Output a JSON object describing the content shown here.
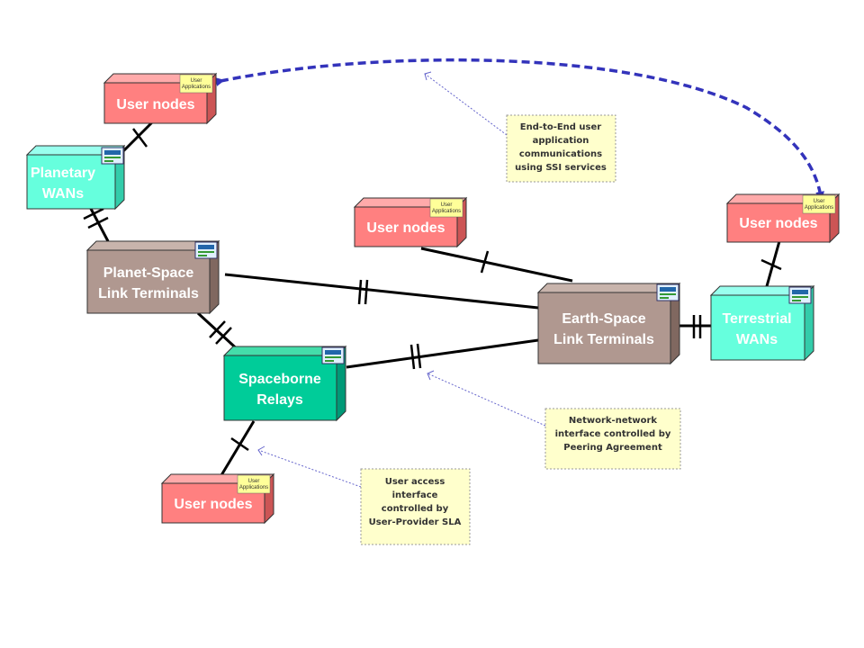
{
  "colors": {
    "user_node": "#FF8080",
    "wan": "#66FFDD",
    "terminal": "#B09890",
    "relay": "#00CC99",
    "note_bg": "#FFFFCC",
    "tag_bg": "#FFFF99",
    "dashed_arrow": "#3333BB",
    "dotted_arrow": "#6666CC"
  },
  "nodes": {
    "user_nodes_top_left": {
      "label": "User nodes",
      "tag": [
        "User",
        "Applications"
      ]
    },
    "user_nodes_mid": {
      "label": "User nodes",
      "tag": [
        "User",
        "Applications"
      ]
    },
    "user_nodes_right": {
      "label": "User nodes",
      "tag": [
        "User",
        "Applications"
      ]
    },
    "user_nodes_bottom": {
      "label": "User nodes",
      "tag": [
        "User",
        "Applications"
      ]
    },
    "planetary_wans": {
      "label": [
        "Planetary",
        "WANs"
      ]
    },
    "planet_space": {
      "label": [
        "Planet-Space",
        "Link Terminals"
      ]
    },
    "spaceborne_relays": {
      "label": [
        "Spaceborne",
        "Relays"
      ]
    },
    "earth_space": {
      "label": [
        "Earth-Space",
        "Link Terminals"
      ]
    },
    "terrestrial_wans": {
      "label": [
        "Terrestrial",
        "WANs"
      ]
    }
  },
  "notes": {
    "end_to_end": [
      "End-to-End user",
      "application",
      "communications",
      "using SSI services"
    ],
    "network_network": [
      "Network-network",
      "interface controlled by",
      "Peering Agreement"
    ],
    "user_access": [
      "User access",
      "interface",
      "controlled by",
      "User-Provider SLA"
    ]
  }
}
